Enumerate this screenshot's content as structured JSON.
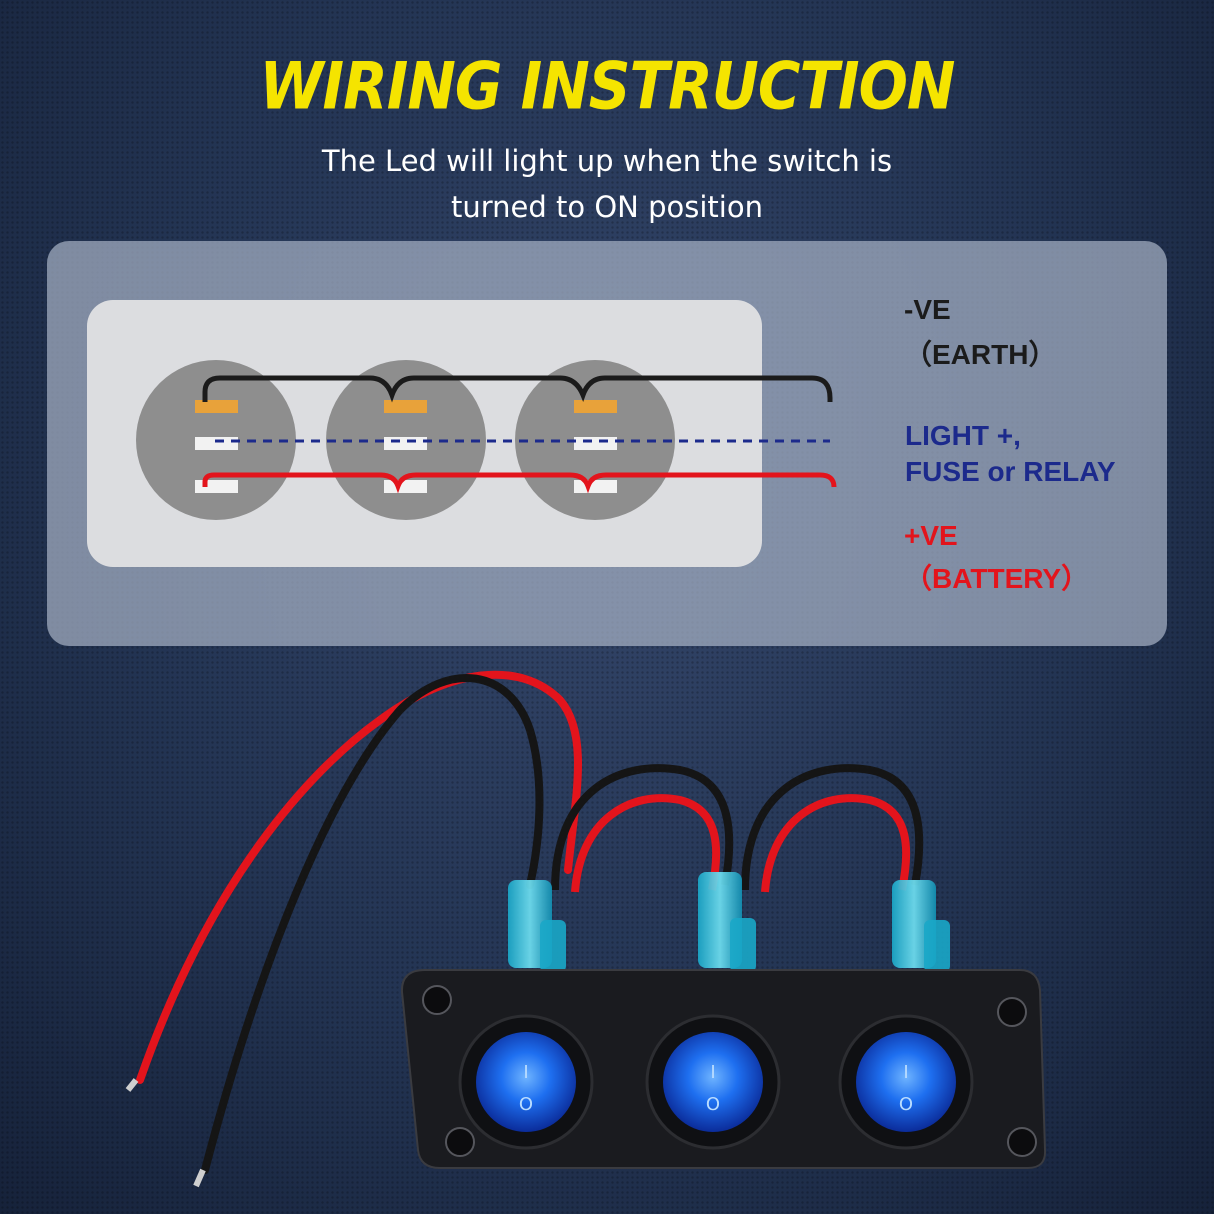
{
  "header": {
    "title": "WIRING INSTRUCTION",
    "subtitle_line1": "The Led will light up when the switch is",
    "subtitle_line2": "turned to ON position"
  },
  "legend": {
    "earth_line1": "-VE",
    "earth_line2": "（EARTH）",
    "light_line1": "LIGHT +,",
    "light_line2": "FUSE or RELAY",
    "battery_line1": "+VE",
    "battery_line2": "（BATTERY）"
  },
  "colors": {
    "title": "#f5e400",
    "earth_wire": "#1b1b1b",
    "light_wire": "#1c2a8c",
    "battery_wire": "#e3141c",
    "led": "#1e6ff0"
  },
  "switch_panel": {
    "switch_symbol_on": "I",
    "switch_symbol_off": "O"
  }
}
